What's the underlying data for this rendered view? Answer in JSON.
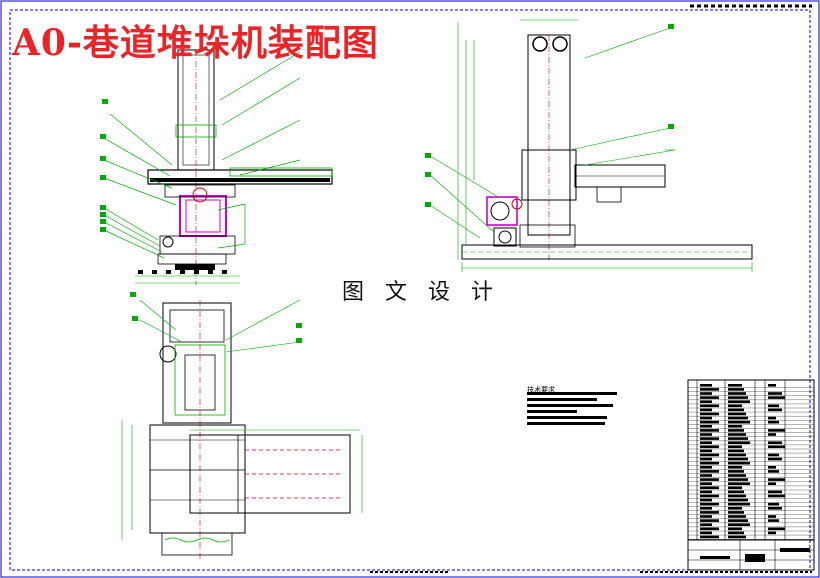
{
  "drawing": {
    "title": "A0-巷道堆垛机装配图",
    "watermark": "图 文 设 计",
    "technical_requirements_heading": "技术要求"
  },
  "colors": {
    "title": "#e8262a",
    "outline": "#0000cc",
    "leader": "#00aa00",
    "dimension": "#00aa00",
    "part": "#000000",
    "motor": "#cc00cc",
    "centerline": "#cc0000"
  }
}
